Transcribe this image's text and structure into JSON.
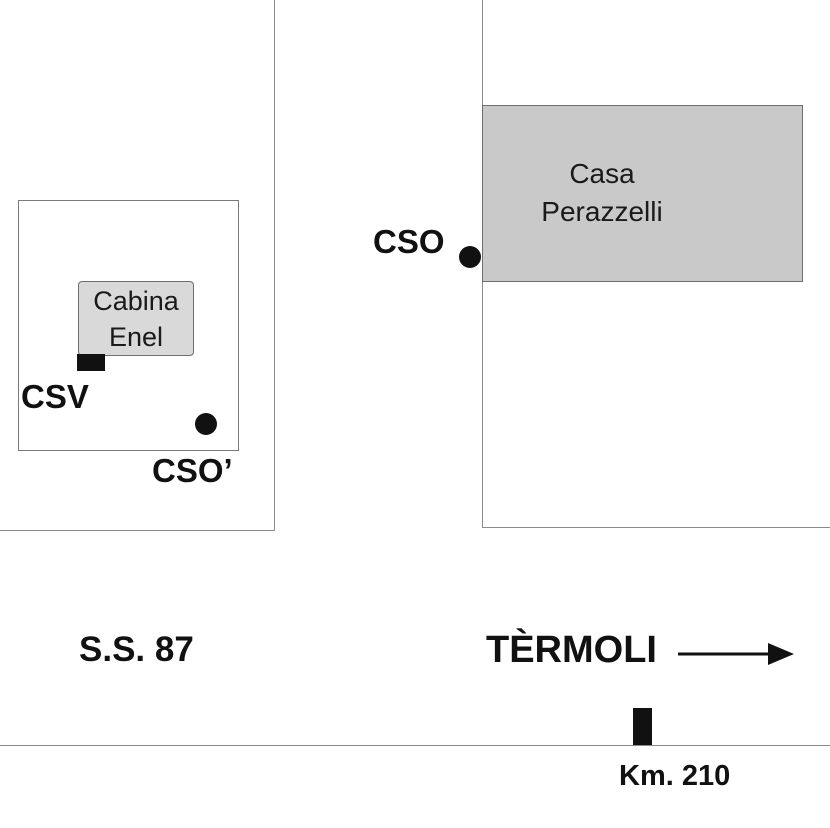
{
  "map": {
    "buildings": {
      "cabina_enel": {
        "line1": "Cabina",
        "line2": "Enel"
      },
      "casa_perazzelli": {
        "line1": "Casa",
        "line2": "Perazzelli"
      }
    },
    "points": {
      "cso": "CSO",
      "cso_prime": "CSO’",
      "csv": "CSV"
    },
    "road": {
      "name": "S.S. 87",
      "direction": "TÈRMOLI",
      "km_marker": "Km. 210"
    },
    "colors": {
      "building_fill": "#c9c9c9",
      "cabina_fill": "#d9d9d9",
      "marker": "#111111",
      "lines": "#8a8a8a"
    },
    "icons": {
      "direction_arrow": "right-arrow-icon",
      "point_marker": "filled-circle-icon",
      "csv_marker": "filled-rectangle-icon",
      "km_marker": "vertical-bar-icon"
    }
  }
}
